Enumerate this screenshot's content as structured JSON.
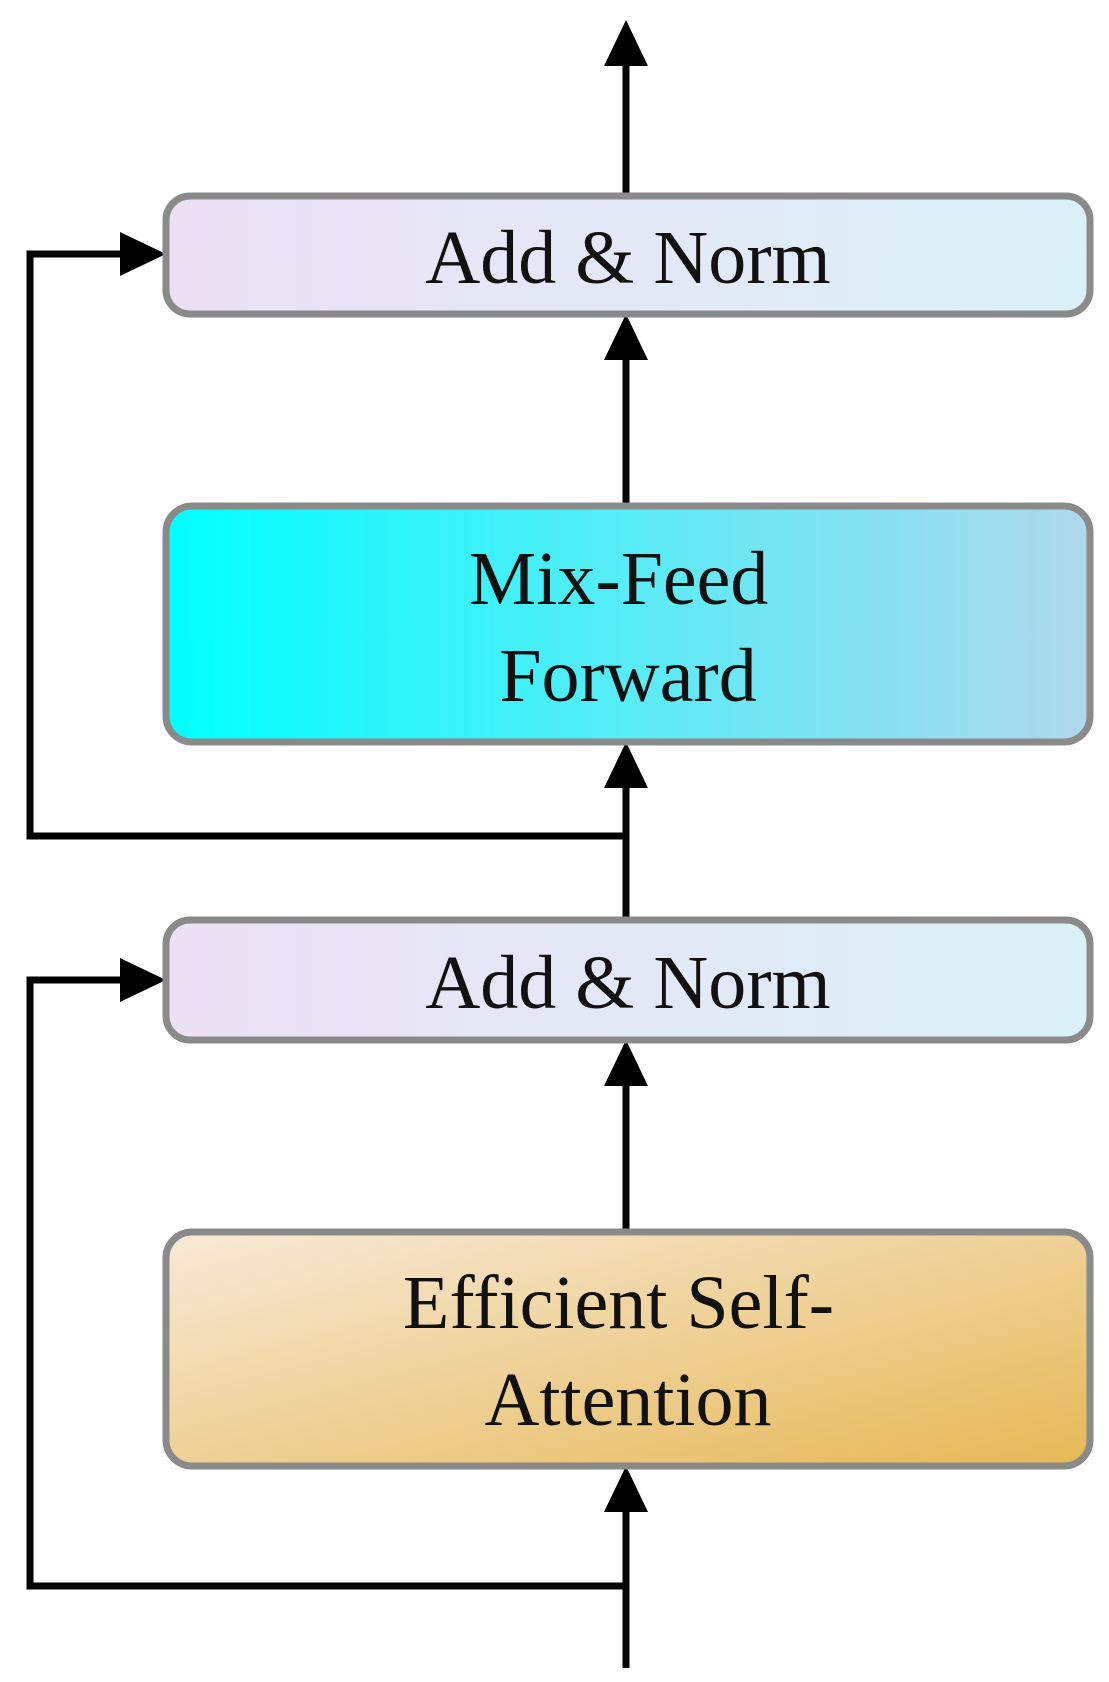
{
  "diagram": {
    "blocks": {
      "add_norm_top": {
        "lines": [
          "Add & Norm"
        ],
        "fill_start": "#ece0f5",
        "fill_end": "#daf1f8"
      },
      "mix_ffn": {
        "lines": [
          "Mix-Feed",
          "Forward"
        ],
        "fill_start": "#00ffff",
        "fill_end": "#b0d8ec"
      },
      "add_norm_bottom": {
        "lines": [
          "Add & Norm"
        ],
        "fill_start": "#ece0f5",
        "fill_end": "#daf1f8"
      },
      "efficient_attention": {
        "lines": [
          "Efficient Self-",
          "Attention"
        ],
        "fill_start": "#f8ead8",
        "fill_end": "#e6b855"
      }
    },
    "colors": {
      "block_border": "#8a8a8a",
      "arrow": "#000000"
    }
  }
}
